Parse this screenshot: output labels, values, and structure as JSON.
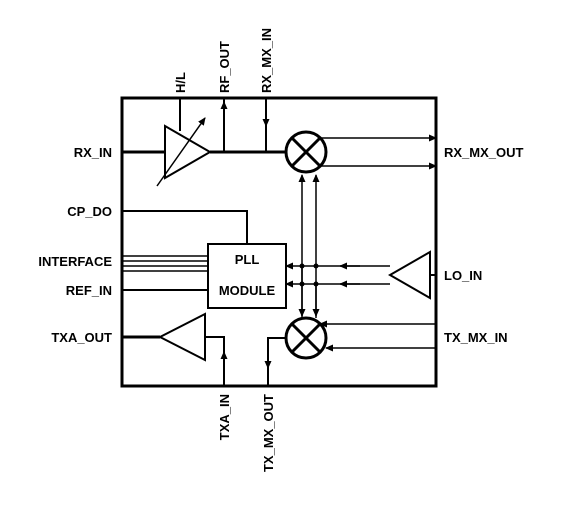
{
  "labels": {
    "rx_in": "RX_IN",
    "cp_do": "CP_DO",
    "interface": "INTERFACE",
    "ref_in": "REF_IN",
    "txa_out": "TXA_OUT",
    "rx_mx_out": "RX_MX_OUT",
    "lo_in": "LO_IN",
    "tx_mx_in": "TX_MX_IN",
    "hl": "H/L",
    "rf_out": "RF_OUT",
    "rx_mx_in": "RX_MX_IN",
    "txa_in": "TXA_IN",
    "tx_mx_out": "TX_MX_OUT",
    "pll_line1": "PLL",
    "pll_line2": "MODULE"
  },
  "colors": {
    "ink": "#000000",
    "background": "#ffffff"
  }
}
